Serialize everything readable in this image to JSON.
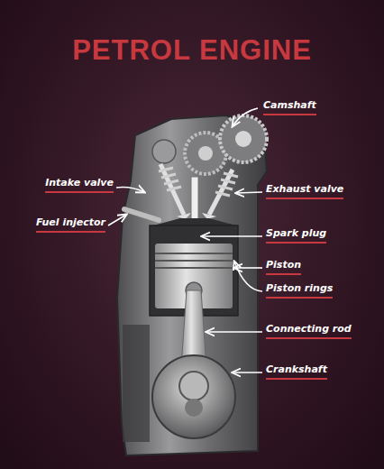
{
  "diagram": {
    "title": "PETROL ENGINE",
    "labels": [
      "Camshaft",
      "Intake valve",
      "Exhaust valve",
      "Fuel injector",
      "Spark plug",
      "Piston",
      "Piston rings",
      "Connecting rod",
      "Crankshaft"
    ]
  }
}
